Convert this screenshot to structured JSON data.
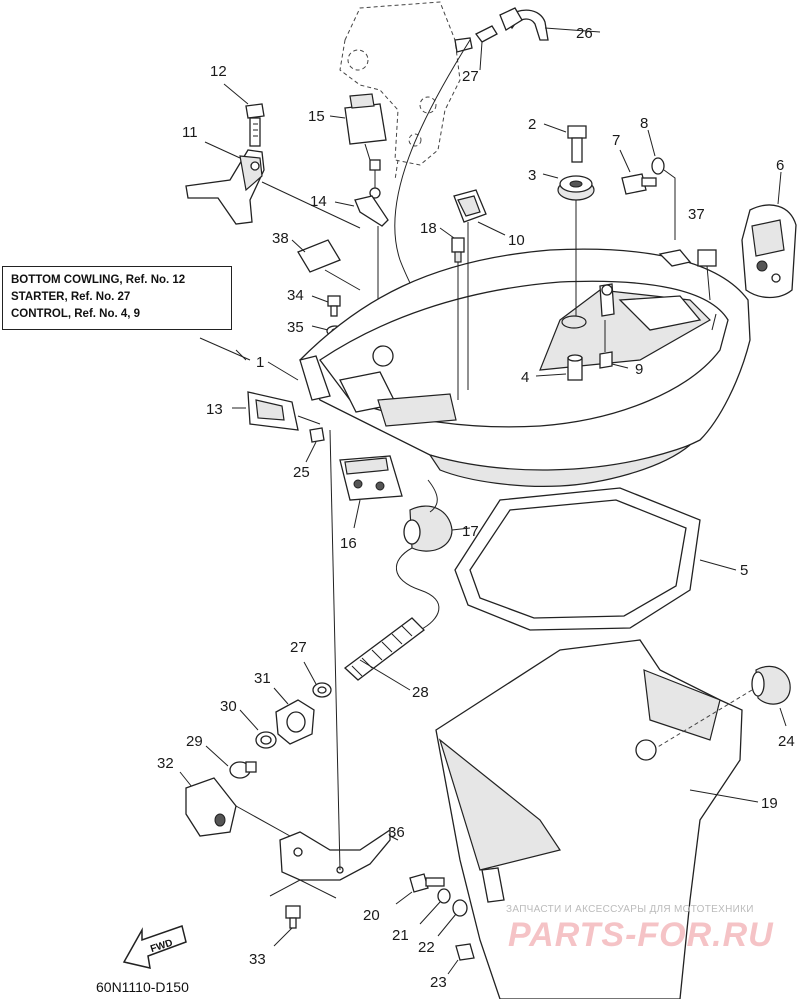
{
  "reference_box": {
    "lines": [
      "BOTTOM COWLING, Ref. No. 12",
      "STARTER,  Ref. No. 27",
      "CONTROL, Ref. No. 4, 9"
    ]
  },
  "fwd_label": "FWD",
  "diagram_code": "60N1110-D150",
  "watermark": {
    "tagline": "ЗАПЧАСТИ И АКСЕССУАРЫ ДЛЯ МОТОТЕХНИКИ",
    "brand": "PARTS-FOR.RU"
  },
  "callouts": [
    "1",
    "2",
    "3",
    "4",
    "5",
    "6",
    "7",
    "8",
    "9",
    "10",
    "11",
    "12",
    "13",
    "14",
    "15",
    "16",
    "17",
    "18",
    "19",
    "20",
    "21",
    "22",
    "23",
    "24",
    "25",
    "26",
    "27",
    "27",
    "28",
    "29",
    "30",
    "31",
    "32",
    "33",
    "34",
    "35",
    "36",
    "37",
    "38"
  ]
}
